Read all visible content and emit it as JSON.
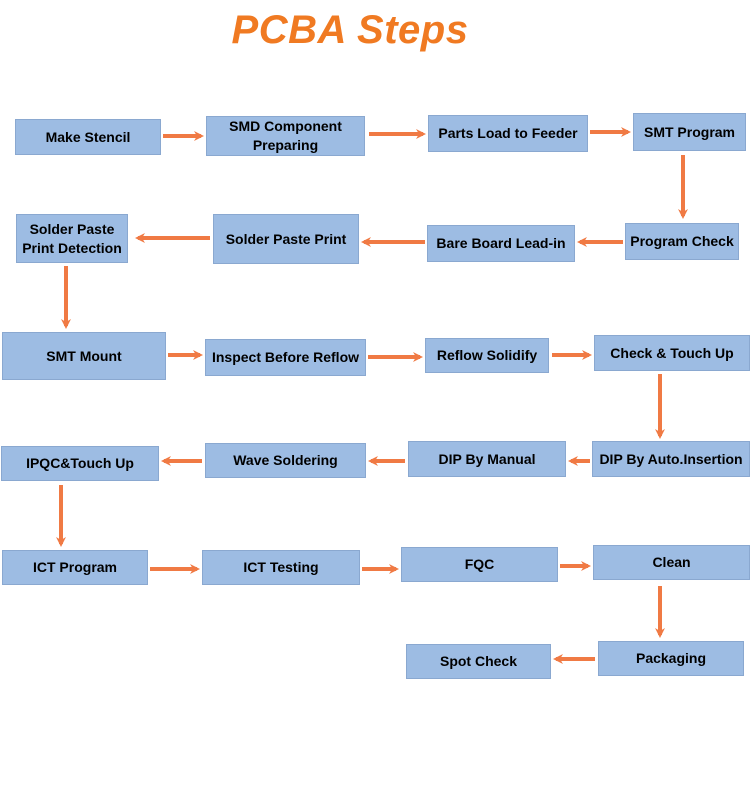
{
  "title": "PCBA Steps",
  "colors": {
    "box_fill": "#9dbce3",
    "arrow": "#f07a44",
    "title": "#f07a22"
  },
  "steps": [
    {
      "label": "Make Stencil"
    },
    {
      "label": "SMD Component\nPreparing"
    },
    {
      "label": "Parts Load to Feeder"
    },
    {
      "label": "SMT Program"
    },
    {
      "label": "Program Check"
    },
    {
      "label": "Bare Board Lead-in"
    },
    {
      "label": "Solder Paste Print"
    },
    {
      "label": "Solder Paste\nPrint Detection"
    },
    {
      "label": "SMT Mount"
    },
    {
      "label": "Inspect Before Reflow"
    },
    {
      "label": "Reflow Solidify"
    },
    {
      "label": "Check & Touch Up"
    },
    {
      "label": "DIP By Auto.Insertion"
    },
    {
      "label": "DIP By Manual"
    },
    {
      "label": "Wave Soldering"
    },
    {
      "label": "IPQC&Touch Up"
    },
    {
      "label": "ICT Program"
    },
    {
      "label": "ICT Testing"
    },
    {
      "label": "FQC"
    },
    {
      "label": "Clean"
    },
    {
      "label": "Packaging"
    },
    {
      "label": "Spot Check"
    }
  ]
}
